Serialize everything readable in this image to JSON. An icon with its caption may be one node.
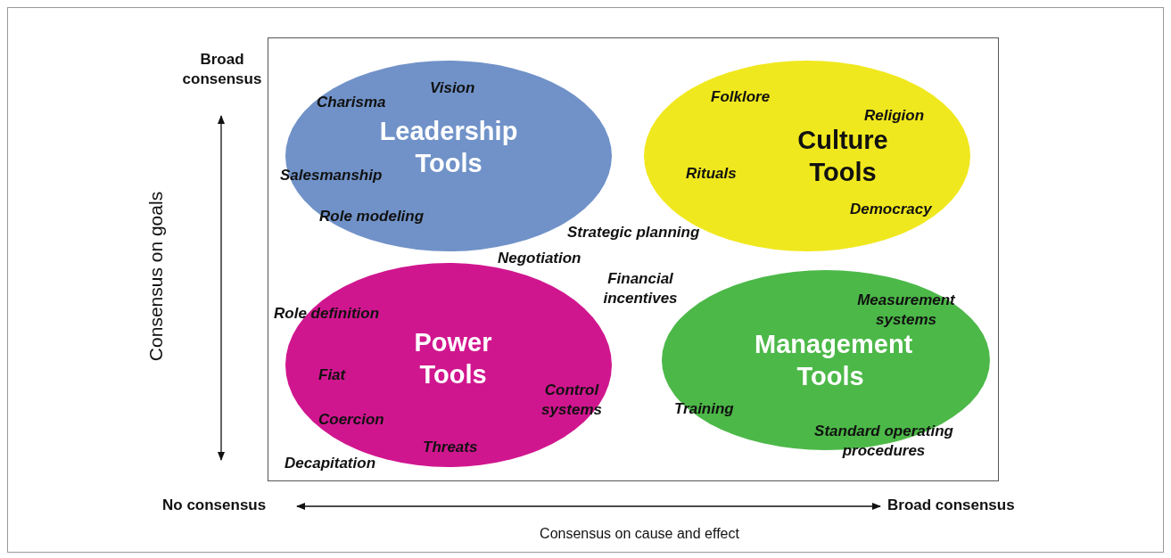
{
  "diagram": {
    "nodes": [
      {
        "text": [
          "Leadership Tools"
        ]
      },
      {
        "text": [
          "Culture Tools"
        ]
      },
      {
        "text": [
          "Power Tools"
        ]
      },
      {
        "text": [
          "Management Tools"
        ]
      }
    ],
    "labels": [
      "Broad consensus",
      "Consensus on goals",
      "Vision",
      "Charisma",
      "Folklore",
      "Religion",
      "Salesmanship",
      "Rituals",
      "Democracy",
      "Role modeling",
      "Strategic planning",
      "Negotiation",
      "Financial incentives",
      "Role definition",
      "Measurement systems",
      "Fiat",
      "Control systems",
      "Training",
      "Coercion",
      "Standard operating procedures",
      "Threats",
      "Decapitation",
      "No consensus",
      "Broad consensus",
      "Consensus on cause and effect"
    ]
  }
}
